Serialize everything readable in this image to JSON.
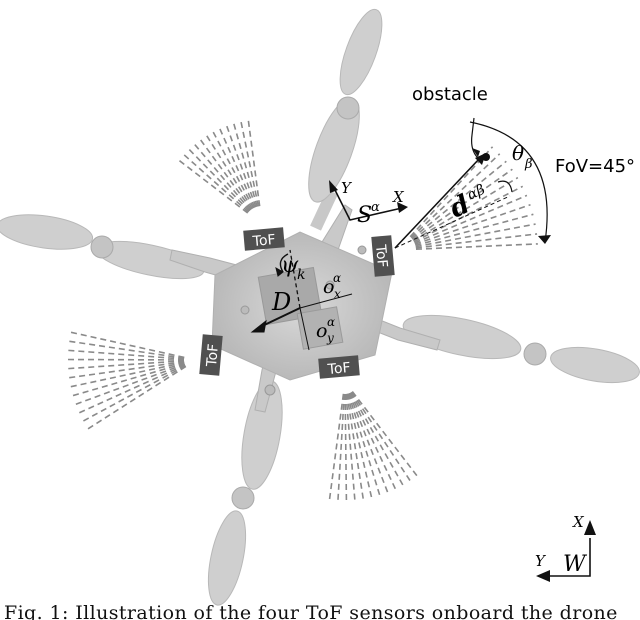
{
  "labels": {
    "obstacle": "obstacle",
    "fov": "FoV=45°",
    "theta": "θ",
    "theta_sub": "β",
    "d_main": "d",
    "d_sup": "αβ",
    "s_main": "S",
    "s_sup": "α",
    "x_local": "X",
    "y_local": "Y",
    "psi": "ψ",
    "psi_sub": "k",
    "d_center": "D",
    "ox": "o",
    "ox_sub": "x",
    "ox_sup": "α",
    "oy": "o",
    "oy_sub": "y",
    "oy_sup": "α",
    "w_frame": "W",
    "w_x": "X",
    "w_y": "Y"
  },
  "sensors": [
    "ToF",
    "ToF",
    "ToF",
    "ToF"
  ],
  "caption": "Fig. 1: Illustration of the four ToF sensors onboard the drone",
  "colors": {
    "frame_gray": "#c9c9c9",
    "propeller_gray": "#cfcfcf",
    "tof_box": "#505050",
    "beam_gray": "#8a8a8a",
    "ink": "#111111"
  }
}
